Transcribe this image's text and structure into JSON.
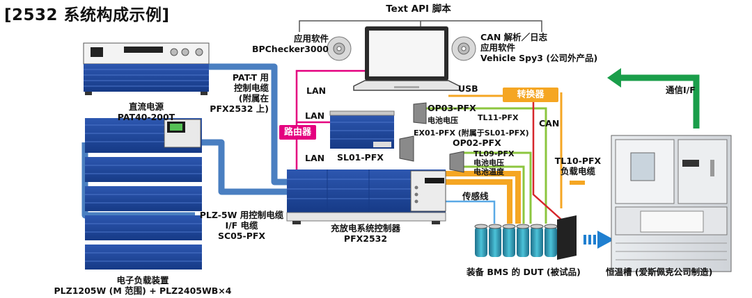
{
  "title": "[2532 系统构成示例]",
  "top_label": "Text API 脚本",
  "software_left": {
    "line1": "应用软件",
    "line2": "BPChecker3000"
  },
  "software_right": {
    "line1": "CAN 解析／日志",
    "line2": "应用软件",
    "line3": "Vehicle Spy3 (公司外产品)"
  },
  "dc_power": {
    "line1": "直流电源",
    "line2": "PAT40-200T"
  },
  "pat_cable": {
    "line1": "PAT-T 用",
    "line2": "控制电缆",
    "line3": "(附属在",
    "line4": "PFX2532 上)"
  },
  "lan_labels": [
    "LAN",
    "LAN",
    "LAN"
  ],
  "usb_label": "USB",
  "router_label": "路由器",
  "converter_label": "转换器",
  "can_label": "CAN",
  "comm_if_label": "通信I/F",
  "op03": "OP03-PFX",
  "tl11": "TL11-PFX",
  "battery_voltage_1": "电池电压",
  "ex01": "EX01-PFX (附属于SL01-PFX)",
  "op02": "OP02-PFX",
  "tl09": "TL09-PFX",
  "battery_voltage_2": "电池电压",
  "battery_temp": "电池温度",
  "sl01": "SL01-PFX",
  "tl10": {
    "line1": "TL10-PFX",
    "line2": "负载电缆"
  },
  "sense_label": "传感线",
  "plz_cable": {
    "line1": "PLZ-5W 用控制电缆",
    "line2": "I/F 电缆",
    "line3": "SC05-PFX"
  },
  "controller": {
    "line1": "充放电系统控制器",
    "line2": "PFX2532"
  },
  "dut_label": "装备 BMS 的 DUT (被试品)",
  "chamber_label": "恒温槽 (爱斯佩克公司制造)",
  "e_load": {
    "line1": "电子负载装置",
    "line2": "PLZ1205W (M 范围) + PLZ2405WB×4"
  },
  "colors": {
    "blue_cable": "#4a7fc1",
    "magenta": "#e4007f",
    "orange": "#f5a623",
    "green_cable": "#8cc63f",
    "red_cable": "#d6262b",
    "arrow_green": "#1a9e4a",
    "arrow_blue": "#1f7fd0",
    "equipment_blue": "#1d3f8f"
  }
}
